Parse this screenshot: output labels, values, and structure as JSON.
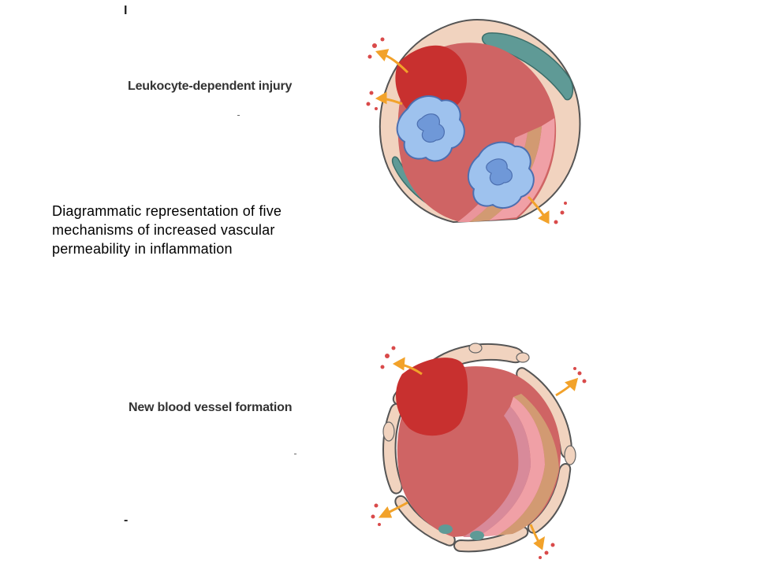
{
  "marks": {
    "top_letter": "I",
    "bottom_dash": "-"
  },
  "panels": [
    {
      "label": "Leukocyte-dependent injury"
    },
    {
      "label": "New blood vessel formation"
    }
  ],
  "caption": {
    "lines": [
      "Diagrammatic representation of five",
      "mechanisms of increased vascular",
      "permeability in inflammation"
    ]
  },
  "colors": {
    "vessel_wall": "#f1d3bf",
    "wall_outline": "#555555",
    "lumen_dark_red": "#c8302f",
    "lumen_mid_red": "#cf6464",
    "tan_band": "#d29a72",
    "pink_band": "#f0a0a6",
    "leukocyte_blue": "#9ec2ee",
    "teal_nucleus": "#5f9a96",
    "arrow_orange": "#f2a22a"
  }
}
